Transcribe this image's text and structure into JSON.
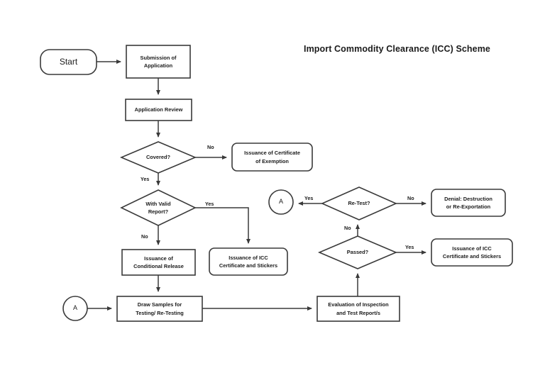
{
  "title": "Import Commodity Clearance (ICC) Scheme",
  "nodes": {
    "start": {
      "label": "Start",
      "shape": "rounded-terminator"
    },
    "submission": {
      "label": "Submission of\nApplication",
      "line1": "Submission of",
      "line2": "Application",
      "shape": "rectangle"
    },
    "application_review": {
      "label": "Application Review",
      "line1": "Application Review",
      "line2": "",
      "shape": "rectangle"
    },
    "covered": {
      "label": "Covered?",
      "shape": "diamond"
    },
    "exemption": {
      "label": "Issuance of Certificate of Exemption",
      "line1": "Issuance of Certificate",
      "line2": "of Exemption",
      "shape": "rounded-rectangle"
    },
    "with_valid_report": {
      "label": "With Valid Report?",
      "line1": "With Valid",
      "line2": "Report?",
      "shape": "diamond"
    },
    "conditional_release": {
      "label": "Issuance of Conditional Release",
      "line1": "Issuance of",
      "line2": "Conditional Release",
      "shape": "rectangle"
    },
    "icc_left": {
      "label": "Issuance of ICC Certificate and Stickers",
      "line1": "Issuance of ICC",
      "line2": "Certificate and Stickers",
      "shape": "rounded-rectangle"
    },
    "connector_a_right": {
      "label": "A",
      "shape": "circle"
    },
    "connector_a_bottom": {
      "label": "A",
      "shape": "circle"
    },
    "retest": {
      "label": "Re-Test?",
      "shape": "diamond"
    },
    "denial": {
      "label": "Denial: Destruction or Re-Exportation",
      "line1": "Denial: Destruction",
      "line2": "or Re-Exportation",
      "shape": "rounded-rectangle"
    },
    "passed": {
      "label": "Passed?",
      "shape": "diamond"
    },
    "icc_right": {
      "label": "Issuance of ICC Certificate and Stickers",
      "line1": "Issuance of ICC",
      "line2": "Certificate and Stickers",
      "shape": "rounded-rectangle"
    },
    "draw_samples": {
      "label": "Draw Samples for Testing/ Re-Testing",
      "line1": "Draw Samples for",
      "line2": "Testing/ Re-Testing",
      "shape": "rectangle"
    },
    "evaluation": {
      "label": "Evaluation of Inspection and Test Report/s",
      "line1": "Evaluation of Inspection",
      "line2": "and Test Report/s",
      "shape": "rectangle"
    }
  },
  "edge_labels": {
    "covered_no": "No",
    "covered_yes": "Yes",
    "valid_report_yes": "Yes",
    "valid_report_no": "No",
    "retest_yes": "Yes",
    "retest_no": "No",
    "passed_no": "No",
    "passed_yes": "Yes"
  },
  "colors": {
    "stroke": "#3a3a3a",
    "text": "#1b1b1b",
    "background": "#ffffff"
  }
}
